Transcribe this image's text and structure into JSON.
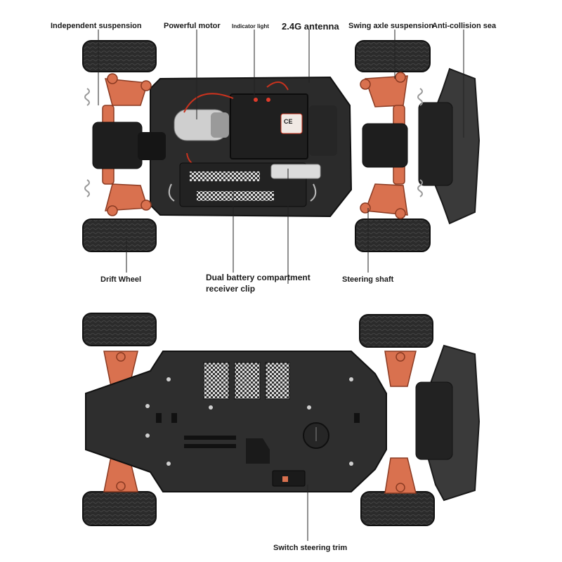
{
  "labels": {
    "independent_suspension": "Independent suspension",
    "powerful_motor": "Powerful motor",
    "indicator_light": "Indicator light",
    "antenna": "2.4G antenna",
    "swing_axle_suspension": "Swing axle suspension",
    "anti_collision": "Anti-collision sea",
    "drift_wheel": "Drift Wheel",
    "dual_battery": "Dual battery compartment",
    "receiver_clip": "receiver clip",
    "steering_shaft": "Steering shaft",
    "switch_trim": "Switch steering trim"
  },
  "colors": {
    "chassis": "#2b2b2b",
    "chassis_dark": "#1c1c1c",
    "tire": "#2a2a2a",
    "suspension": "#d9714f",
    "bumper": "#3a3a3a",
    "wire_red": "#c8321e",
    "leader": "#222222"
  }
}
